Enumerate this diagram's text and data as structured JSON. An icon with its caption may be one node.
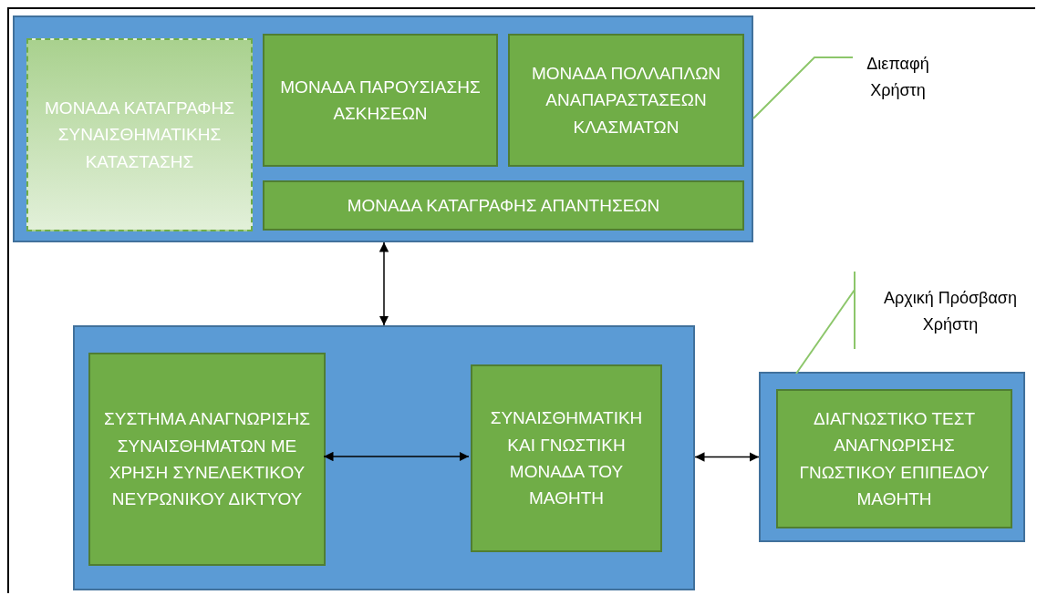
{
  "diagram": {
    "nodes": [
      {
        "text": [],
        "shape": "box"
      },
      {
        "text": [
          "ΜΟΝΑΔΑ ΚΑΤΑΓΡΑΦΗΣ ΣΥΝΑΙΣΘΗΜΑΤΙΚΗΣ ΚΑΤΑΣΤΑΣΗΣ"
        ],
        "in": 0
      },
      {
        "text": [
          "ΜΟΝΑΔΑ ΠΑΡΟΥΣΙΑΣΗΣ ΑΣΚΗΣΕΩΝ"
        ],
        "in": 0
      },
      {
        "text": [
          "ΜΟΝΑΔΑ ΠΟΛΛΑΠΛΩΝ ΑΝΑΠΑΡΑΣΤΑΣΕΩΝ ΚΛΑΣΜΑΤΩΝ"
        ],
        "in": 0
      },
      {
        "text": [
          "ΜΟΝΑΔΑ ΚΑΤΑΓΡΑΦΗΣ ΑΠΑΝΤΗΣΕΩΝ"
        ],
        "in": 0
      },
      {
        "text": [
          "Διεπαφή Χρήστη"
        ]
      },
      {
        "text": [],
        "shape": "box"
      },
      {
        "text": [
          "ΣΥΣΤΗΜΑ ΑΝΑΓΝΩΡΙΣΗΣ ΣΥΝΑΙΣΘΗΜΑΤΩΝ ΜΕ ΧΡΗΣΗ ΣΥΝΕΛΕΚΤΙΚΟΥ ΝΕΥΡΩΝΙΚΟΥ ΔΙΚΤΥΟΥ"
        ],
        "in": 6
      },
      {
        "text": [
          "ΣΥΝΑΙΣΘΗΜΑΤΙΚΗ ΚΑΙ ΓΝΩΣΤΙΚΗ ΜΟΝΑΔΑ ΤΟΥ ΜΑΘΗΤΗ"
        ],
        "in": 6
      },
      {
        "text": [
          "Αρχική Πρόσβαση Χρήστη"
        ]
      },
      {
        "text": [],
        "shape": "box"
      },
      {
        "text": [
          "ΔΙΑΓΝΩΣΤΙΚΟ ΤΕΣΤ ΑΝΑΓΝΩΡΙΣΗΣ ΓΝΩΣΤΙΚΟΥ ΕΠΙΠΕΔΟΥ ΜΑΘΗΤΗ"
        ],
        "in": 10
      }
    ],
    "edges": [
      {
        "from": 0,
        "to": 6,
        "arrow": "both"
      },
      {
        "from": 7,
        "to": 8,
        "arrow": "both"
      },
      {
        "from": 6,
        "to": 10,
        "arrow": "both"
      },
      {
        "from": 5,
        "to": 0,
        "arrow": "none",
        "color": "#8cc66a"
      },
      {
        "from": 9,
        "to": 10,
        "arrow": "none",
        "color": "#8cc66a"
      }
    ]
  }
}
